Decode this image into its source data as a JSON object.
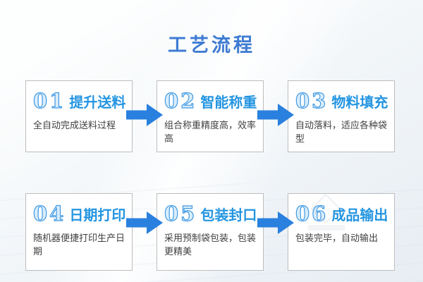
{
  "page": {
    "title": "工艺流程"
  },
  "colors": {
    "title_blue": "#3e7bd2",
    "heading_blue": "#2495e1",
    "number_outline_blue": "#419ae4",
    "arrow_blue": "#2a80de",
    "desc_gray": "#3f3f3f",
    "box_border_gray": "#bdbdbd"
  },
  "icons": {
    "arrow": "right-arrow-icon",
    "watermark": "diamond-watermark-icon"
  },
  "steps": [
    {
      "num": "01",
      "title": "提升送料",
      "desc": "全自动完成送料过程"
    },
    {
      "num": "02",
      "title": "智能称重",
      "desc": "组合称重精度高，效率高"
    },
    {
      "num": "03",
      "title": "物料填充",
      "desc": "自动落料，适应各种袋型"
    },
    {
      "num": "04",
      "title": "日期打印",
      "desc": "随机器便捷打印生产日期"
    },
    {
      "num": "05",
      "title": "包装封口",
      "desc": "采用预制袋包装，包装更精美"
    },
    {
      "num": "06",
      "title": "成品输出",
      "desc": "包装完毕，自动输出"
    }
  ]
}
